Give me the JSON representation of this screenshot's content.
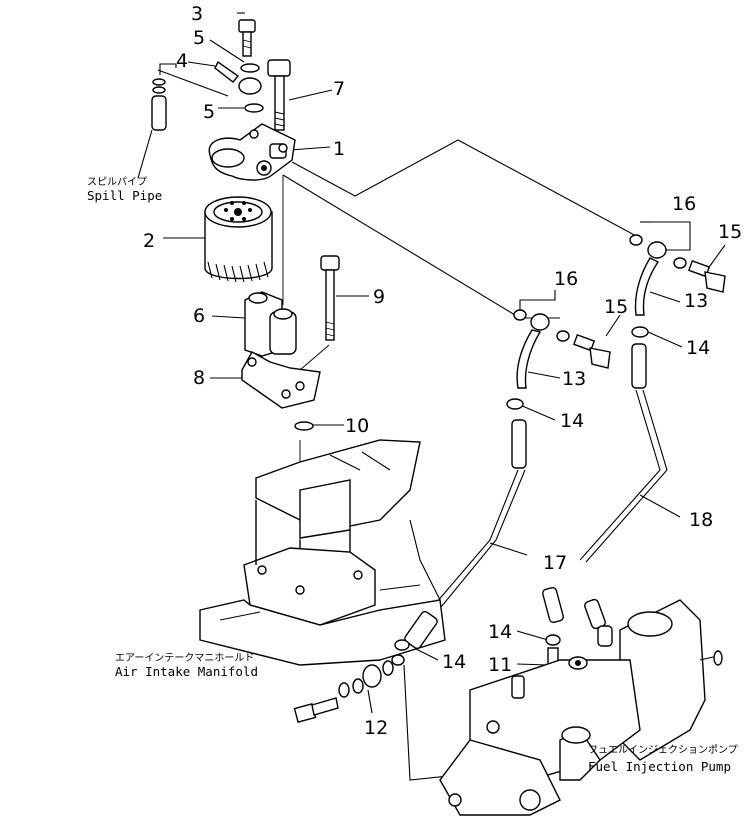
{
  "callouts": [
    {
      "id": "1",
      "text": "1"
    },
    {
      "id": "2",
      "text": "2"
    },
    {
      "id": "3",
      "text": "3"
    },
    {
      "id": "4",
      "text": "4"
    },
    {
      "id": "5a",
      "text": "5"
    },
    {
      "id": "5b",
      "text": "5"
    },
    {
      "id": "6",
      "text": "6"
    },
    {
      "id": "7",
      "text": "7"
    },
    {
      "id": "8",
      "text": "8"
    },
    {
      "id": "9",
      "text": "9"
    },
    {
      "id": "10",
      "text": "10"
    },
    {
      "id": "11",
      "text": "11"
    },
    {
      "id": "12",
      "text": "12"
    },
    {
      "id": "13a",
      "text": "13"
    },
    {
      "id": "13b",
      "text": "13"
    },
    {
      "id": "14a",
      "text": "14"
    },
    {
      "id": "14b",
      "text": "14"
    },
    {
      "id": "14c",
      "text": "14"
    },
    {
      "id": "14d",
      "text": "14"
    },
    {
      "id": "15a",
      "text": "15"
    },
    {
      "id": "15b",
      "text": "15"
    },
    {
      "id": "16a",
      "text": "16"
    },
    {
      "id": "16b",
      "text": "16"
    },
    {
      "id": "17",
      "text": "17"
    },
    {
      "id": "18",
      "text": "18"
    }
  ],
  "labels": {
    "spill_pipe_jp": "スピルパイプ",
    "spill_pipe_en": "Spill  Pipe",
    "air_intake_jp": "エアーインテークマニホールド",
    "air_intake_en": "Air  Intake  Manifold",
    "fuel_pump_jp": "フュエルインジェクションポンプ",
    "fuel_pump_en": "Fuel  Injection  Pump"
  }
}
